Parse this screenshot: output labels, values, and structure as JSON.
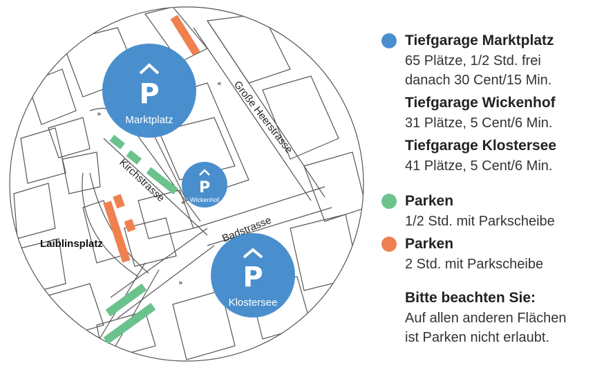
{
  "map": {
    "streets": {
      "grosse_heerstrasse": "Große Heerstrasse",
      "kirchstrasse": "Kirchstrasse",
      "badstrasse": "Badstrasse",
      "laiblinsplatz": "Laiblinsplatz"
    },
    "markers": {
      "marktplatz": "Marktplatz",
      "wickenhof": "Wickenhof",
      "klostersee": "Klostersee"
    },
    "colors": {
      "garage": "#4a8fcd",
      "parken_green": "#6cc28d",
      "parken_orange": "#ef8050",
      "street_line": "#555555"
    }
  },
  "legend": {
    "garage_marktplatz": {
      "title": "Tiefgarage Marktplatz",
      "line1": "65 Plätze, 1/2 Std. frei",
      "line2": "danach 30 Cent/15 Min."
    },
    "garage_wickenhof": {
      "title": "Tiefgarage Wickenhof",
      "line1": "31 Plätze, 5 Cent/6 Min."
    },
    "garage_klostersee": {
      "title": "Tiefgarage Klostersee",
      "line1": "41 Plätze, 5 Cent/6 Min."
    },
    "parken_green": {
      "title": "Parken",
      "line1": "1/2 Std. mit Parkscheibe"
    },
    "parken_orange": {
      "title": "Parken",
      "line1": "2 Std. mit Parkscheibe"
    },
    "note": {
      "title": "Bitte beachten Sie:",
      "line1": "Auf allen anderen Flächen",
      "line2": "ist Parken nicht erlaubt."
    }
  }
}
